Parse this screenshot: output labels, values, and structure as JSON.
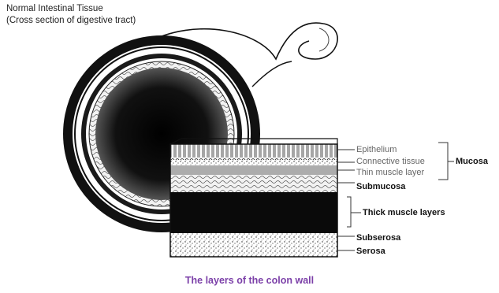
{
  "title": "Normal Intestinal Tissue",
  "subtitle": "(Cross section of digestive tract)",
  "layers": {
    "epithelium": "Epithelium",
    "connective_tissue": "Connective tissue",
    "thin_muscle_layer": "Thin muscle layer",
    "submucosa": "Submucosa",
    "thick_muscle_layers": "Thick muscle layers",
    "subserosa": "Subserosa",
    "serosa": "Serosa"
  },
  "group_label": "Mucosa",
  "caption": "The layers of the colon wall",
  "colors": {
    "caption": "#7b3fa8",
    "ink": "#111111",
    "light_label": "#666666"
  }
}
